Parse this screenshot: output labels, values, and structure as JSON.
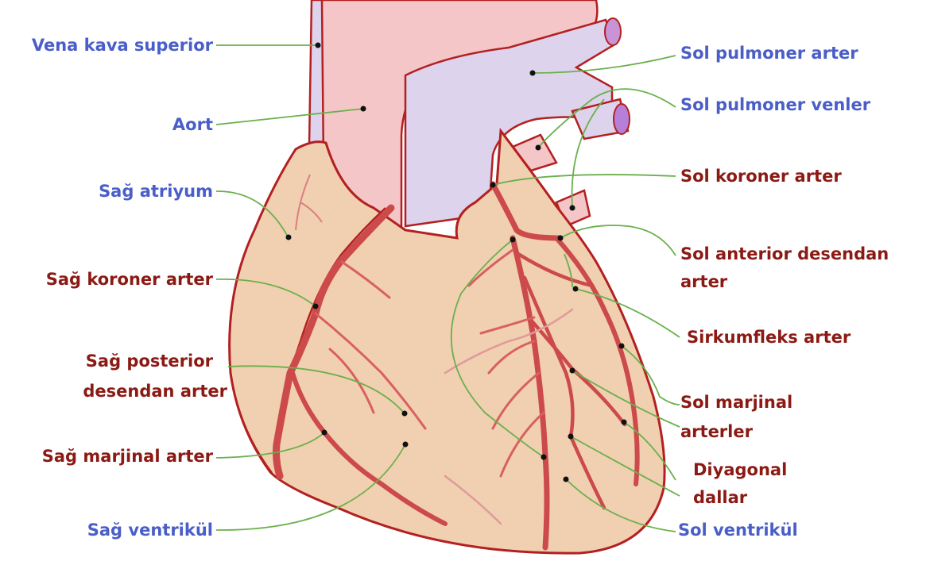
{
  "labels": {
    "vena_kava_superior": "Vena kava superior",
    "aort": "Aort",
    "sag_atriyum": "Sağ atriyum",
    "sag_koroner_arter": "Sağ koroner arter",
    "sag_posterior_1": "Sağ posterior",
    "sag_posterior_2": "desendan arter",
    "sag_marjinal_arter": "Sağ marjinal arter",
    "sag_ventrikul": "Sağ ventrikül",
    "sol_pulmoner_arter": "Sol pulmoner arter",
    "sol_pulmoner_venler": "Sol pulmoner venler",
    "sol_koroner_arter": "Sol koroner arter",
    "sol_anterior_1": "Sol anterior desendan",
    "sol_anterior_2": "arter",
    "sirkumfleks_arter": "Sirkumfleks arter",
    "sol_marjinal_1": "Sol marjinal",
    "sol_marjinal_2": "arterler",
    "diyagonal_1": "Diyagonal",
    "diyagonal_2": "dallar",
    "sol_ventrikul": "Sol ventrikül"
  },
  "colors": {
    "structure_label": "#4a5ec8",
    "vessel_label": "#8b1a14",
    "leader_line": "#6ab04c",
    "outline": "#b32020",
    "muscle": "#f1cfb1",
    "aorta": "#f4c6c8",
    "vein": "#ddd3ec",
    "artery": "#cc4a4a"
  }
}
